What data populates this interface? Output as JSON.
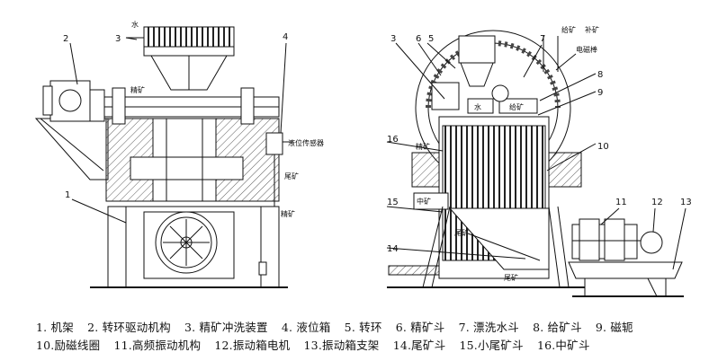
{
  "diagram": {
    "left_view": {
      "callouts": [
        "1",
        "2",
        "3",
        "4"
      ],
      "labels": {
        "water": "水",
        "concentrate": "精矿",
        "level_sensor": "液位传感器",
        "tailings": "尾矿",
        "concentrate_2": "精矿"
      }
    },
    "right_view": {
      "callouts": [
        "3",
        "5",
        "6",
        "7",
        "8",
        "9",
        "10",
        "11",
        "12",
        "13",
        "14",
        "15",
        "16"
      ],
      "labels": {
        "feed": "给矿",
        "supplement": "补矿",
        "magnetic_system": "电磁棒",
        "water": "水",
        "feed_inner": "给矿",
        "concentrate": "精矿",
        "middlings": "中矿",
        "tailings_a": "尾矿",
        "tailings_b": "尾矿"
      }
    }
  },
  "legend": {
    "row1": [
      "1. 机架",
      "2. 转环驱动机构",
      "3. 精矿冲洗装置",
      "4. 液位箱",
      "5. 转环",
      "6. 精矿斗",
      "7. 漂洗水斗",
      "8. 给矿斗",
      "9. 磁轭"
    ],
    "row2": [
      "10.励磁线圈",
      "11.高频振动机构",
      "12.振动箱电机",
      "13.振动箱支架",
      "14.尾矿斗",
      "15.小尾矿斗",
      "16.中矿斗"
    ]
  }
}
